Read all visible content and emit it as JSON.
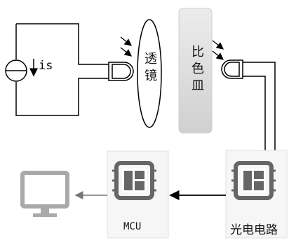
{
  "labels": {
    "current_source": "is",
    "lens": "透镜",
    "cuvette": "比色皿",
    "mcu": "MCU",
    "photo_circuit": "光电电路"
  },
  "icons": {
    "led_emitter": "led-emitter-icon",
    "photodetector": "photodetector-icon",
    "mcu_chip": "chip-icon",
    "photo_chip": "chip-icon",
    "monitor": "monitor-icon"
  },
  "colors": {
    "chip": "#666666",
    "chip_box": "#f6f6f6",
    "cuvette_top": "#e9e9e9",
    "cuvette_bottom": "#d2d2d2",
    "monitor": "#a9a9a9",
    "line": "#000000"
  }
}
